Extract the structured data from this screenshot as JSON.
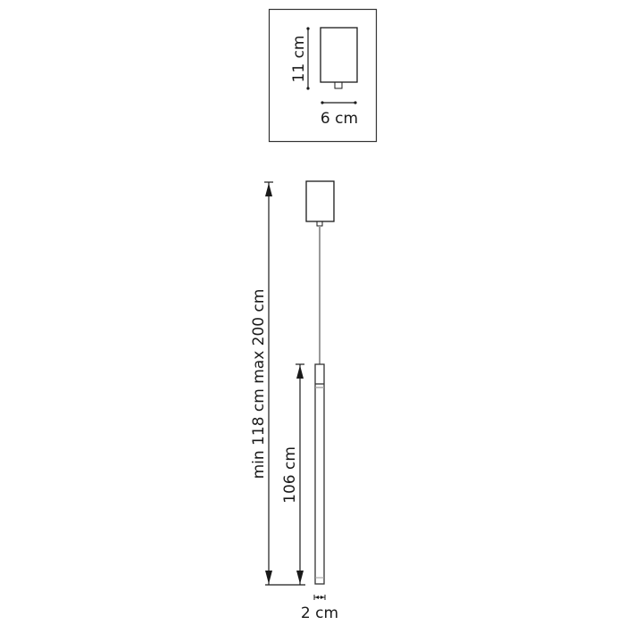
{
  "diagram": {
    "type": "product-dimension-drawing",
    "subject": "pendant lamp",
    "colors": {
      "line": "#1a1a1a",
      "cable": "#9a9a9a",
      "background": "#ffffff"
    },
    "canopy_detail": {
      "height_label": "11 cm",
      "width_label": "6 cm"
    },
    "pendant": {
      "total_height_label": "min 118 cm max 200 cm",
      "tube_length_label": "106 cm",
      "tube_diameter_label": "2 cm"
    }
  }
}
